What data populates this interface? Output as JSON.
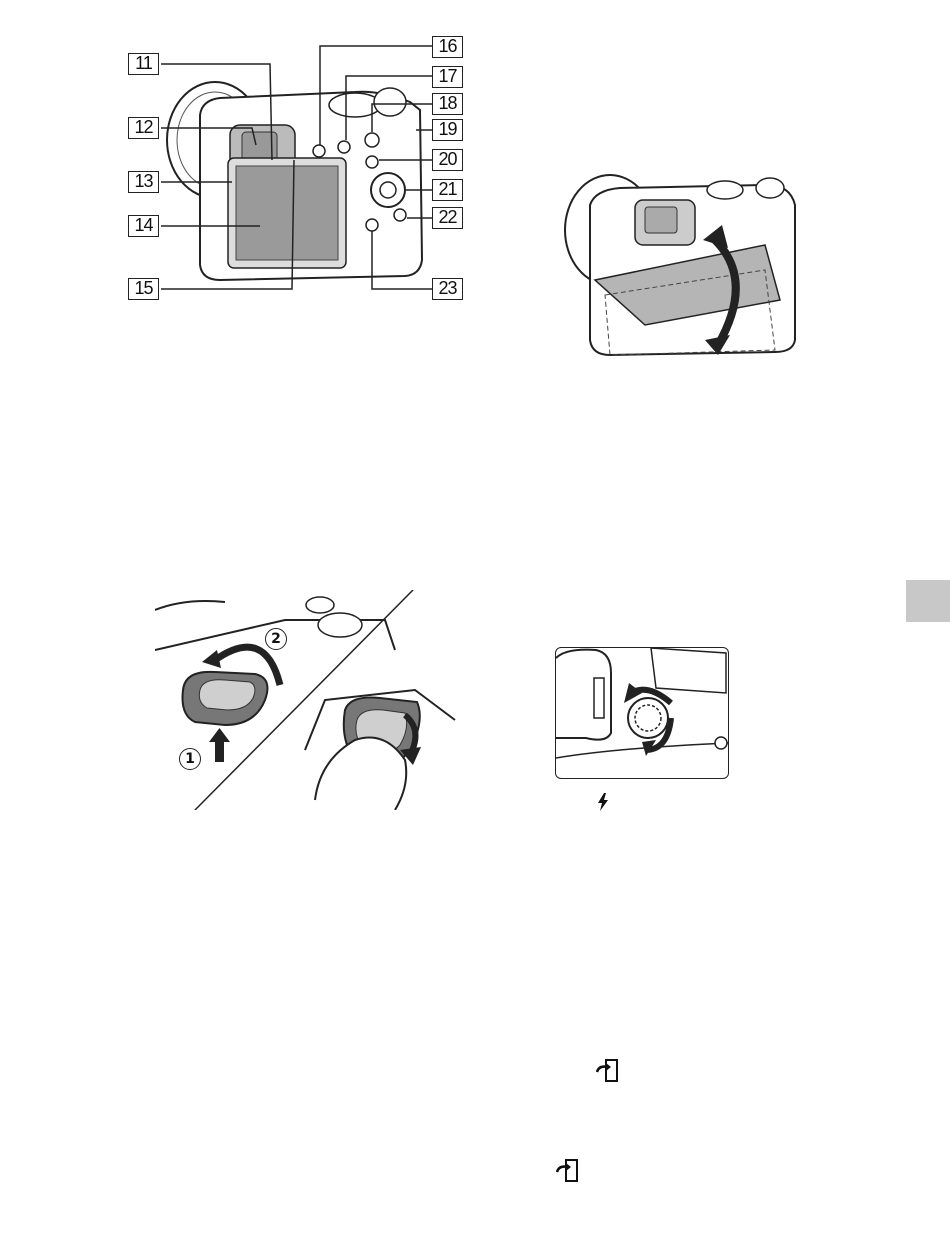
{
  "callouts": {
    "c11": "11",
    "c12": "12",
    "c13": "13",
    "c14": "14",
    "c15": "15",
    "c16": "16",
    "c17": "17",
    "c18": "18",
    "c19": "19",
    "c20": "20",
    "c21": "21",
    "c22": "22",
    "c23": "23"
  },
  "eyecup_steps": {
    "step1": "1",
    "step2": "2"
  },
  "icons": {
    "flash": "flash-icon",
    "smartphone_transfer": "send-to-smartphone-icon"
  },
  "colors": {
    "ink": "#111111",
    "side_tab": "#c8c8c8",
    "screen_gray": "#9a9a9a"
  }
}
